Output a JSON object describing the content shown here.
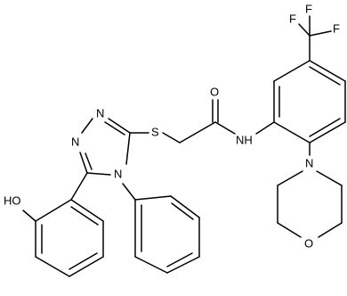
{
  "molecule": {
    "atom_labels": {
      "fluorine_1": "F",
      "fluorine_2": "F",
      "fluorine_3": "F",
      "carbonyl_oxygen": "O",
      "sulfur": "S",
      "amide_nitrogen": "NH",
      "triazole_n1": "N",
      "triazole_n2": "N",
      "triazole_n4": "N",
      "morpholine_nitrogen": "N",
      "morpholine_oxygen": "O",
      "hydroxyl": "HO"
    }
  },
  "colors": {
    "bond": "#000000",
    "label": "#000000",
    "background": "#ffffff"
  }
}
